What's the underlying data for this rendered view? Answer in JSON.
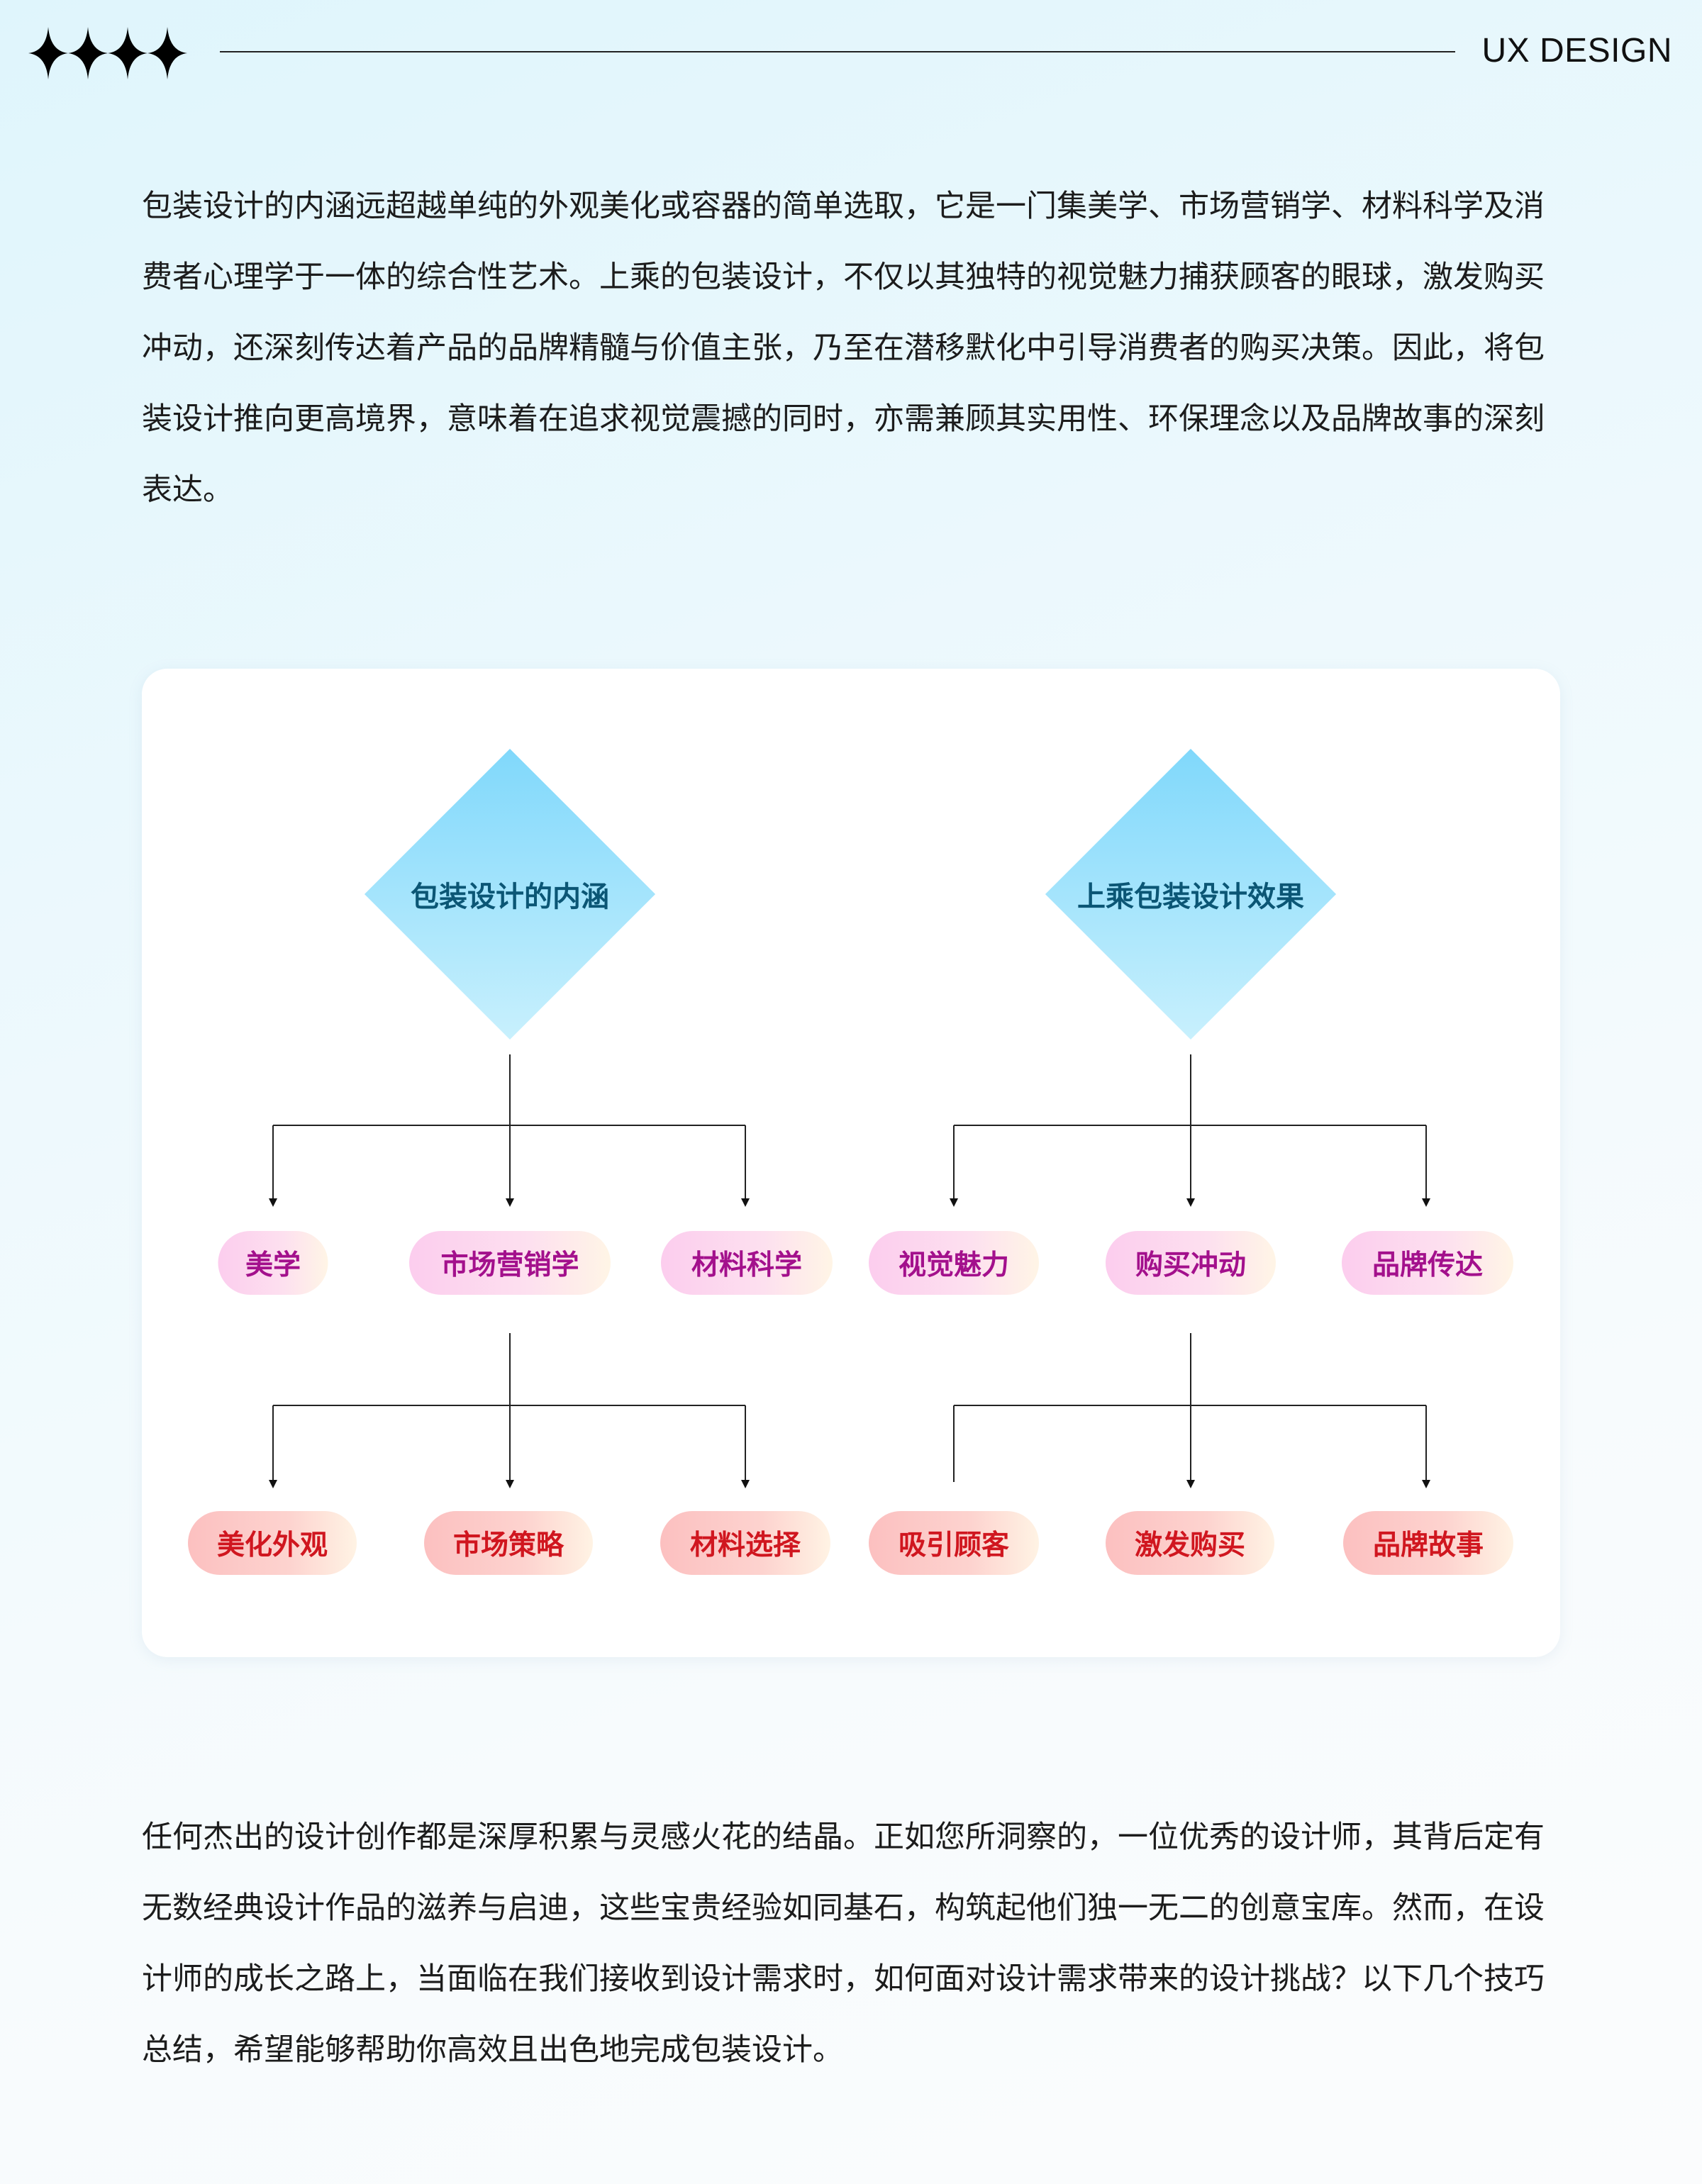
{
  "header": {
    "brand": "UX DESIGN",
    "logo_icon": "four-sparkle-stars-icon"
  },
  "intro": "包装设计的内涵远超越单纯的外观美化或容器的简单选取，它是一门集美学、市场营销学、材料科学及消费者心理学于一体的综合性艺术。上乘的包装设计，不仅以其独特的视觉魅力捕获顾客的眼球，激发购买冲动，还深刻传达着产品的品牌精髓与价值主张，乃至在潜移默化中引导消费者的购买决策。因此，将包装设计推向更高境界，意味着在追求视觉震撼的同时，亦需兼顾其实用性、环保理念以及品牌故事的深刻表达。",
  "diagram": {
    "left": {
      "title": "包装设计的内涵",
      "level1": [
        "美学",
        "市场营销学",
        "材料科学"
      ],
      "level2": [
        "美化外观",
        "市场策略",
        "材料选择"
      ]
    },
    "right": {
      "title": "上乘包装设计效果",
      "level1": [
        "视觉魅力",
        "购买冲动",
        "品牌传达"
      ],
      "level2": [
        "吸引顾客",
        "激发购买",
        "品牌故事"
      ]
    },
    "colors": {
      "level1_text": "#a3108c",
      "level2_text": "#d0161f",
      "diamond_text": "#0b5675"
    }
  },
  "outro": "任何杰出的设计创作都是深厚积累与灵感火花的结晶。正如您所洞察的，一位优秀的设计师，其背后定有无数经典设计作品的滋养与启迪，这些宝贵经验如同基石，构筑起他们独一无二的创意宝库。然而，在设计师的成长之路上，当面临在我们接收到设计需求时，如何面对设计需求带来的设计挑战？以下几个技巧总结，希望能够帮助你高效且出色地完成包装设计。"
}
